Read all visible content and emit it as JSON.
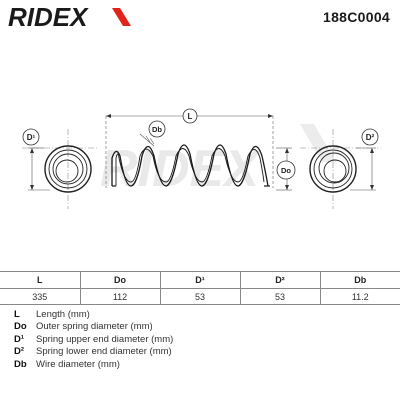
{
  "brand": {
    "name": "RIDEX",
    "watermark": "RIDEX",
    "accent_color": "#e2231a"
  },
  "part_number": "188C0004",
  "diagram": {
    "labels": {
      "length": "L",
      "outer_diameter": "Do",
      "wire_diameter": "Db",
      "upper_end_diameter": "D¹",
      "lower_end_diameter": "D²"
    }
  },
  "spec_table": {
    "headers": [
      "L",
      "Do",
      "D¹",
      "D²",
      "Db"
    ],
    "values": [
      "335",
      "112",
      "53",
      "53",
      "11.2"
    ]
  },
  "legend": [
    {
      "symbol": "L",
      "description": "Length (mm)"
    },
    {
      "symbol": "Do",
      "description": "Outer spring diameter (mm)"
    },
    {
      "symbol": "D¹",
      "description": "Spring upper end diameter (mm)"
    },
    {
      "symbol": "D²",
      "description": "Spring lower end diameter (mm)"
    },
    {
      "symbol": "Db",
      "description": "Wire diameter (mm)"
    }
  ]
}
